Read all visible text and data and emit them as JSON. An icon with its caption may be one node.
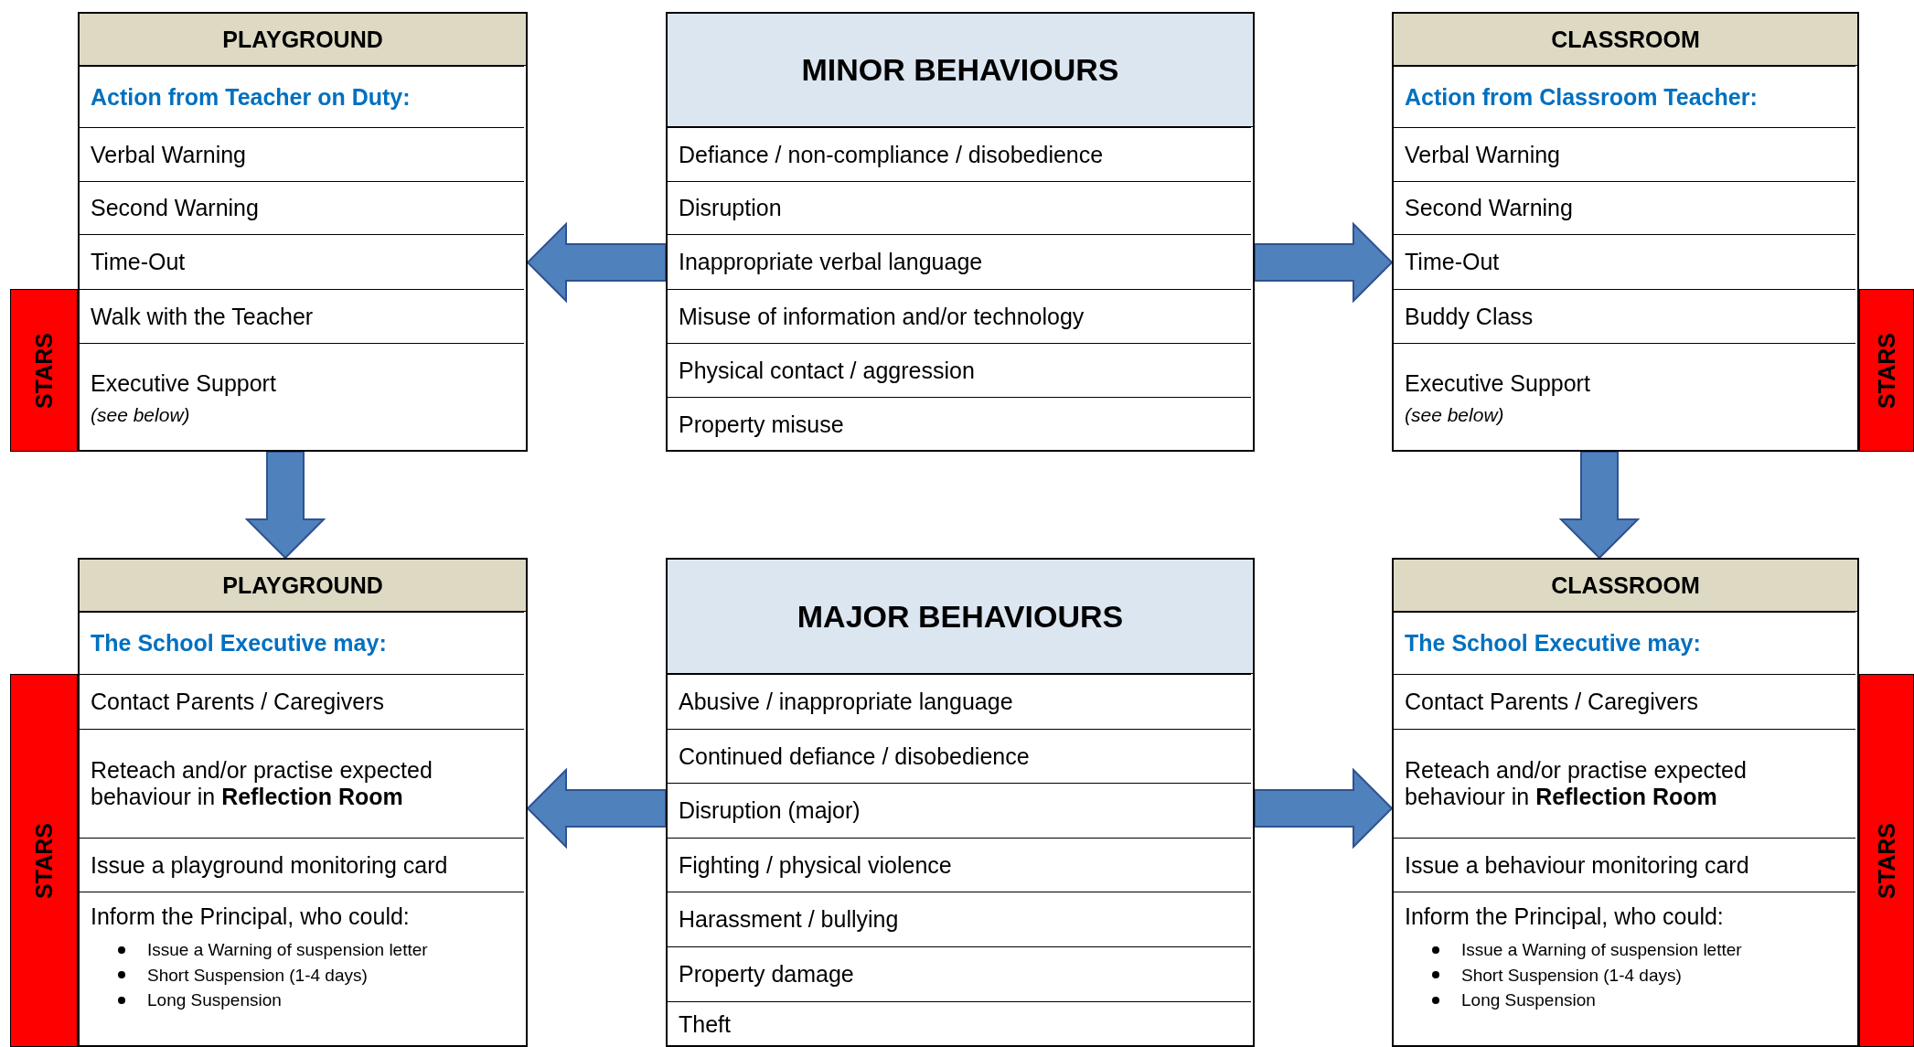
{
  "diagram": {
    "nodes": [
      {
        "text": [
          "PLAYGROUND"
        ]
      },
      {
        "text": [
          "Action from Teacher on Duty:"
        ],
        "in": 0
      },
      {
        "text": [
          "Verbal Warning"
        ],
        "in": 0
      },
      {
        "text": [
          "Second Warning"
        ],
        "in": 0
      },
      {
        "text": [
          "Time-Out"
        ],
        "in": 0
      },
      {
        "text": [
          "Walk with the Teacher"
        ],
        "in": 0
      },
      {
        "text": [
          "Executive Support",
          "(see below)"
        ],
        "in": 0
      },
      {
        "text": [
          "STARS"
        ]
      },
      {
        "text": [
          "MINOR BEHAVIOURS"
        ]
      },
      {
        "text": [
          "Defiance / non-compliance / disobedience"
        ],
        "in": 8
      },
      {
        "text": [
          "Disruption"
        ],
        "in": 8
      },
      {
        "text": [
          "Inappropriate verbal language"
        ],
        "in": 8
      },
      {
        "text": [
          "Misuse of information and/or technology"
        ],
        "in": 8
      },
      {
        "text": [
          "Physical contact / aggression"
        ],
        "in": 8
      },
      {
        "text": [
          "Property misuse"
        ],
        "in": 8
      },
      {
        "text": [
          "CLASSROOM"
        ]
      },
      {
        "text": [
          "Action from Classroom Teacher:"
        ],
        "in": 15
      },
      {
        "text": [
          "Verbal Warning"
        ],
        "in": 15
      },
      {
        "text": [
          "Second Warning"
        ],
        "in": 15
      },
      {
        "text": [
          "Time-Out"
        ],
        "in": 15
      },
      {
        "text": [
          "Buddy Class"
        ],
        "in": 15
      },
      {
        "text": [
          "Executive Support",
          "(see below)"
        ],
        "in": 15
      },
      {
        "text": [
          "STARS"
        ]
      },
      {
        "text": [
          "PLAYGROUND"
        ]
      },
      {
        "text": [
          "The School Executive may:"
        ],
        "in": 23
      },
      {
        "text": [
          "Contact Parents / Caregivers"
        ],
        "in": 23
      },
      {
        "text": [
          "Reteach and/or practise expected behaviour in **Reflection Room**"
        ],
        "in": 23
      },
      {
        "text": [
          "Issue a playground monitoring card"
        ],
        "in": 23
      },
      {
        "text": [
          "Inform the Principal, who could:",
          "Issue a Warning of suspension letter",
          "Short Suspension (1-4 days)",
          "Long Suspension"
        ],
        "in": 23
      },
      {
        "text": [
          "STARS"
        ]
      },
      {
        "text": [
          "MAJOR BEHAVIOURS"
        ]
      },
      {
        "text": [
          "Abusive / inappropriate language"
        ],
        "in": 30
      },
      {
        "text": [
          "Continued defiance / disobedience"
        ],
        "in": 30
      },
      {
        "text": [
          "Disruption (major)"
        ],
        "in": 30
      },
      {
        "text": [
          "Fighting / physical violence"
        ],
        "in": 30
      },
      {
        "text": [
          "Harassment / bullying"
        ],
        "in": 30
      },
      {
        "text": [
          "Property damage"
        ],
        "in": 30
      },
      {
        "text": [
          "Theft"
        ],
        "in": 30
      },
      {
        "text": [
          "CLASSROOM"
        ]
      },
      {
        "text": [
          "The School Executive may:"
        ],
        "in": 38
      },
      {
        "text": [
          "Contact Parents / Caregivers"
        ],
        "in": 38
      },
      {
        "text": [
          "Reteach and/or practise expected behaviour in **Reflection Room**"
        ],
        "in": 38
      },
      {
        "text": [
          "Issue a behaviour monitoring card"
        ],
        "in": 38
      },
      {
        "text": [
          "Inform the Principal, who could:",
          "Issue a Warning of suspension letter",
          "Short Suspension (1-4 days)",
          "Long Suspension"
        ],
        "in": 38
      },
      {
        "text": [
          "STARS"
        ]
      }
    ],
    "edges": [
      {
        "from": 8,
        "to": 0,
        "arrow": "to"
      },
      {
        "from": 8,
        "to": 15,
        "arrow": "to"
      },
      {
        "from": 0,
        "to": 23,
        "arrow": "to"
      },
      {
        "from": 15,
        "to": 38,
        "arrow": "to"
      },
      {
        "from": 30,
        "to": 23,
        "arrow": "to"
      },
      {
        "from": 30,
        "to": 38,
        "arrow": "to"
      }
    ]
  }
}
